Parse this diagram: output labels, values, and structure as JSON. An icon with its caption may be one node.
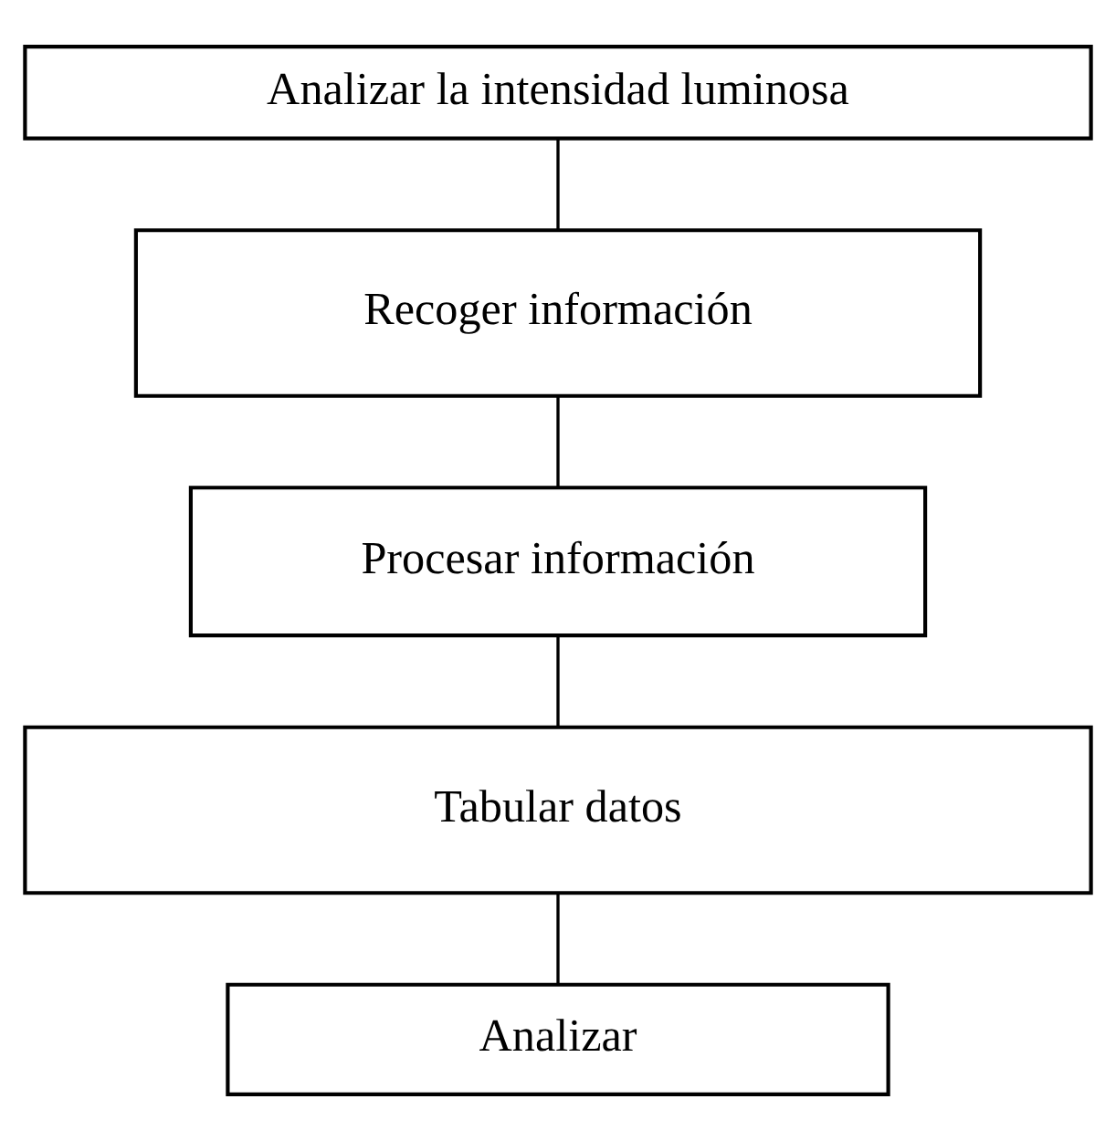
{
  "diagram": {
    "nodes": [
      {
        "text": [
          "Analizar la intensidad luminosa"
        ]
      },
      {
        "text": [
          "Recoger información"
        ]
      },
      {
        "text": [
          "Procesar información"
        ]
      },
      {
        "text": [
          "Tabular datos"
        ]
      },
      {
        "text": [
          "Analizar"
        ]
      }
    ],
    "edges": [
      {
        "from": 0,
        "to": 1,
        "arrow": "none"
      },
      {
        "from": 1,
        "to": 2,
        "arrow": "none"
      },
      {
        "from": 2,
        "to": 3,
        "arrow": "none"
      },
      {
        "from": 3,
        "to": 4,
        "arrow": "none"
      }
    ]
  }
}
